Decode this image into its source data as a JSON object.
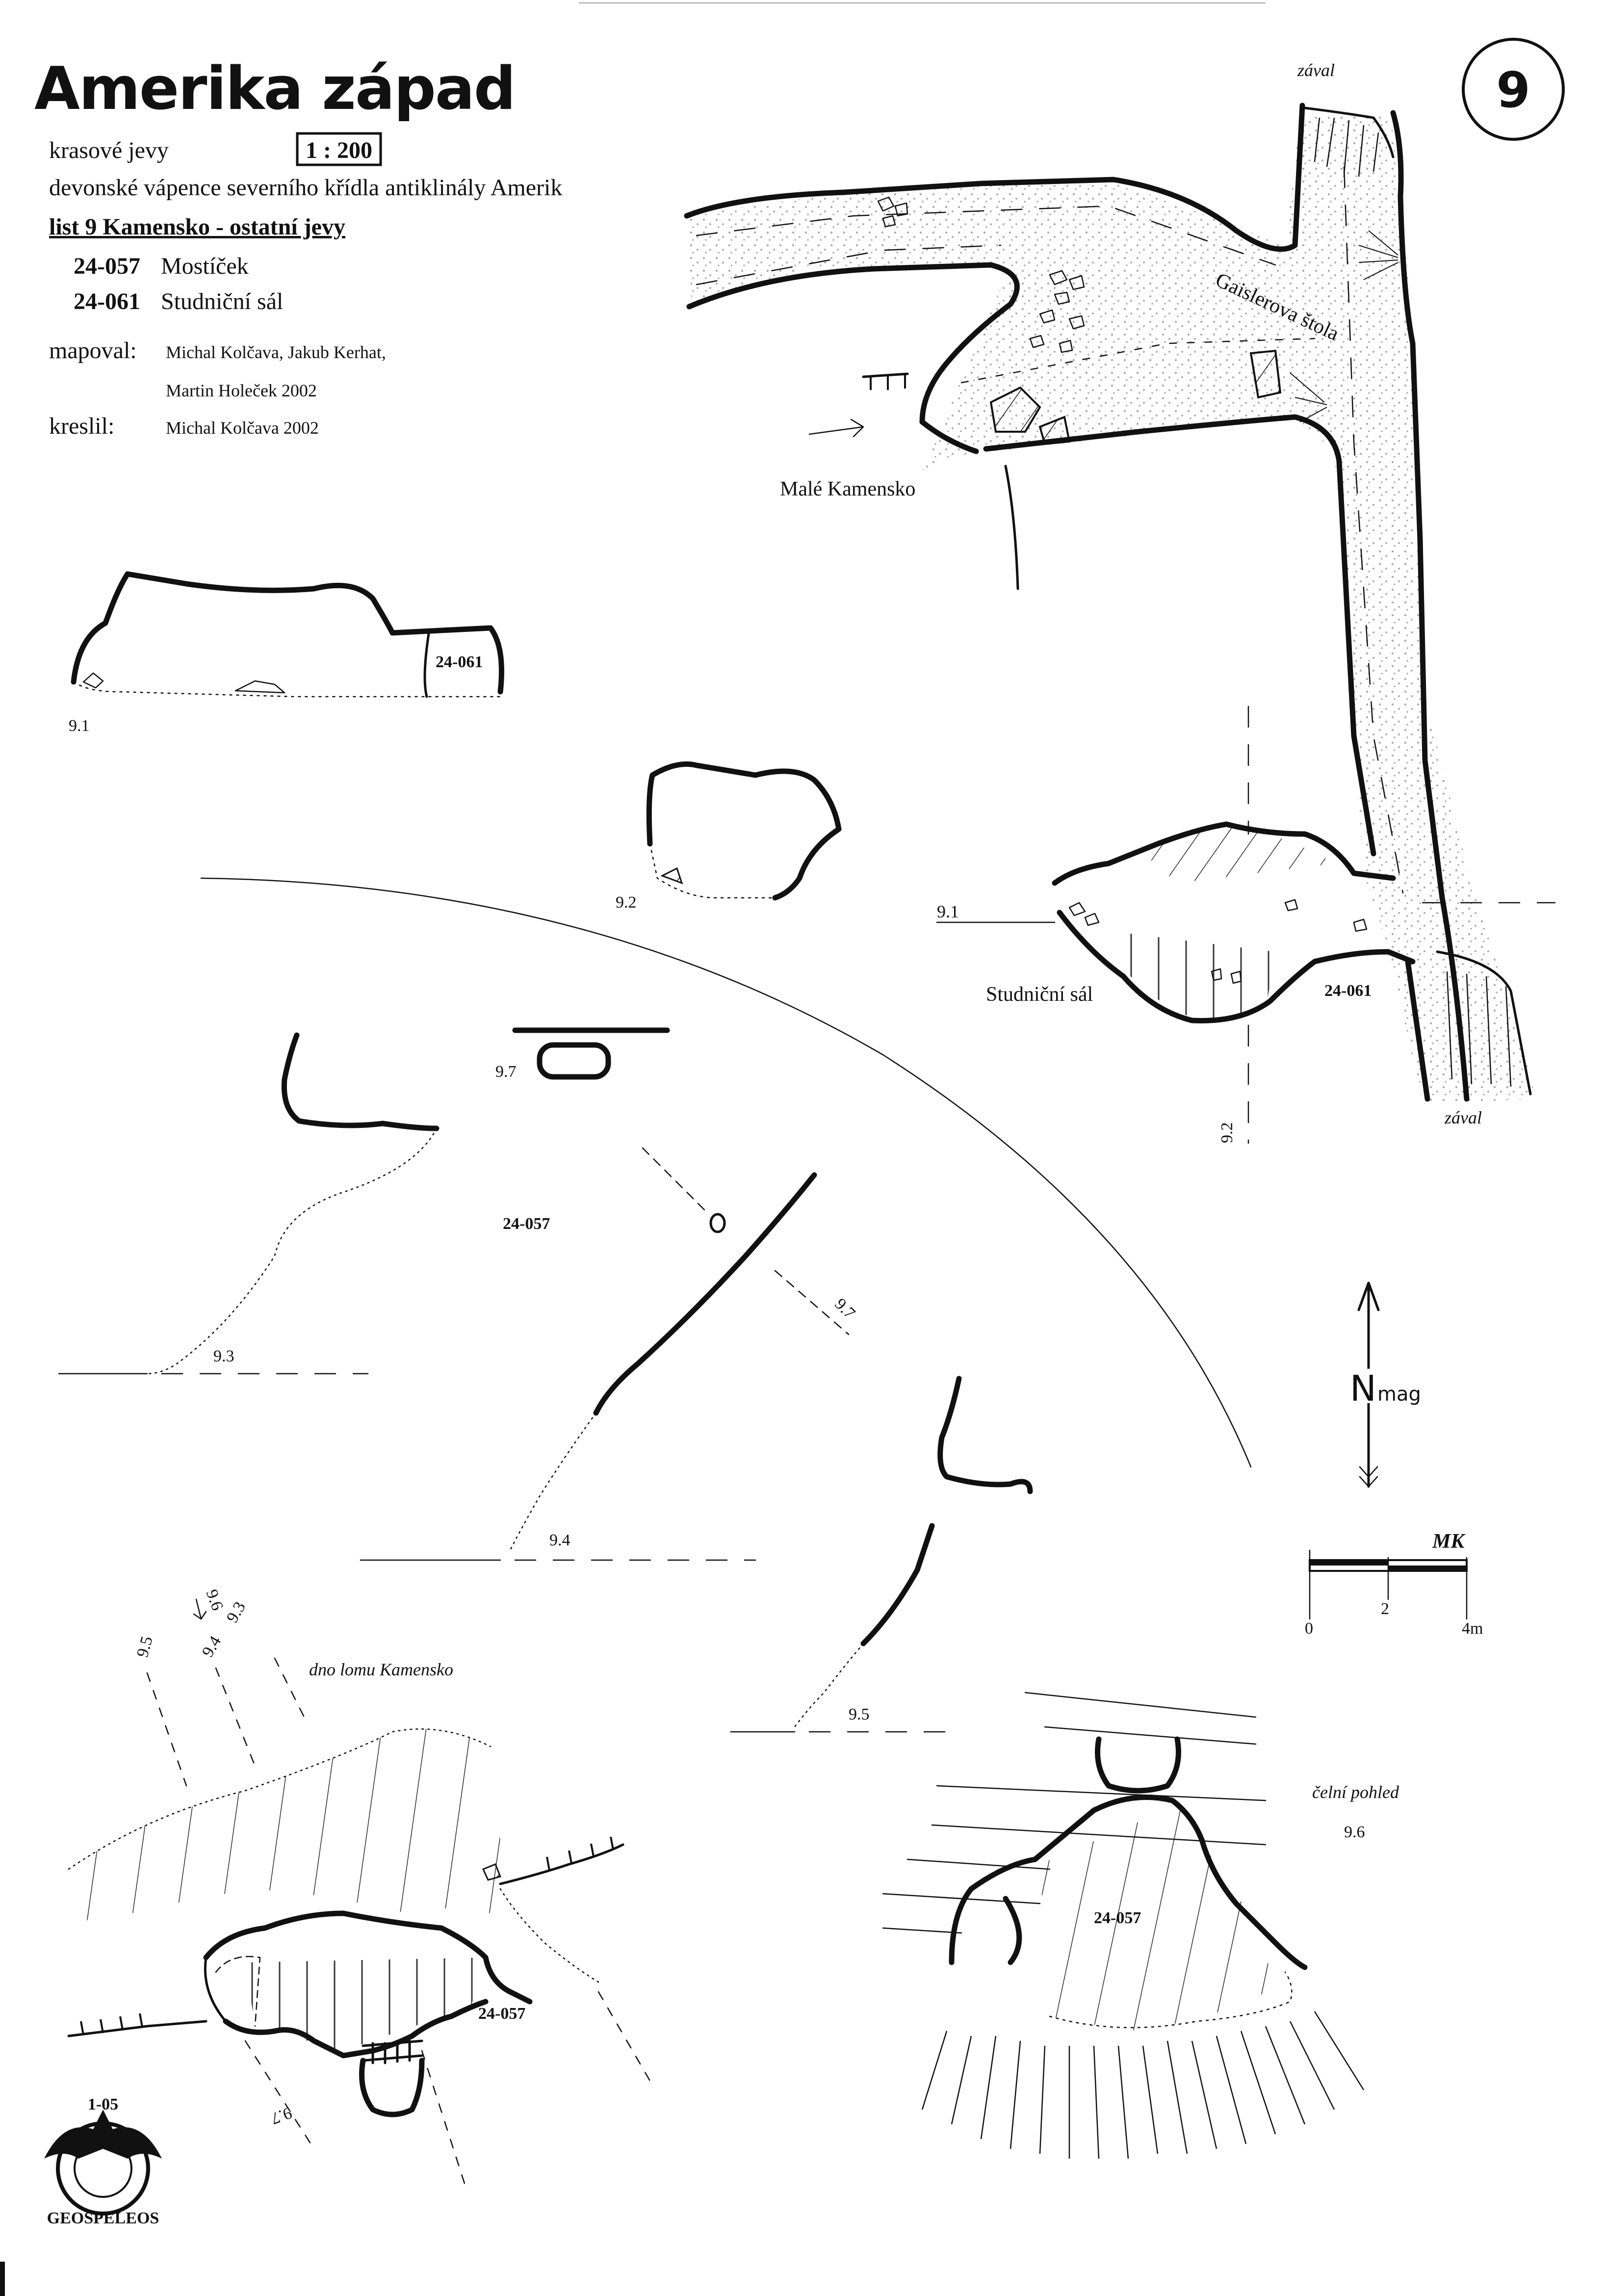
{
  "header": {
    "title": "Amerika západ",
    "subtitle": "krasové jevy",
    "scale": "1 : 200",
    "geology": "devonské vápence severního křídla antiklinály Amerik",
    "sheet": "list 9  Kamensko - ostatní jevy",
    "sheet_number": "9",
    "caves": [
      {
        "code": "24-057",
        "name": "Mostíček"
      },
      {
        "code": "24-061",
        "name": "Studniční sál"
      }
    ],
    "mapped_label": "mapoval:",
    "mapped_by_1": "Michal Kolčava, Jakub Kerhat,",
    "mapped_by_2": "Martin Holeček 2002",
    "drawn_label": "kreslil:",
    "drawn_by": "Michal Kolčava 2002"
  },
  "map_labels": {
    "collapse_top": "zával",
    "collapse_bottom": "zával",
    "adit": "Gaislerova štola",
    "entrance": "Malé Kamensko",
    "hall": "Studniční sál",
    "hall_code": "24-061",
    "quarry_floor": "dno lomu Kamensko",
    "front_view": "čelní pohled",
    "mostik_code": "24-057"
  },
  "sections": {
    "s91": "9.1",
    "s92": "9.2",
    "s93": "9.3",
    "s94": "9.4",
    "s95": "9.5",
    "s96": "9.6",
    "s97": "9.7",
    "code_061": "24-061",
    "code_057": "24-057"
  },
  "north": {
    "letter": "N",
    "suffix": "mag"
  },
  "scale_bar": {
    "ticks": [
      "0",
      "2",
      "4m"
    ],
    "initials": "MK"
  },
  "logo": {
    "text": "GEOSPELEOS",
    "number": "1-05"
  },
  "colors": {
    "ink": "#111111",
    "paper": "#ffffff",
    "stipple": "#777777"
  }
}
